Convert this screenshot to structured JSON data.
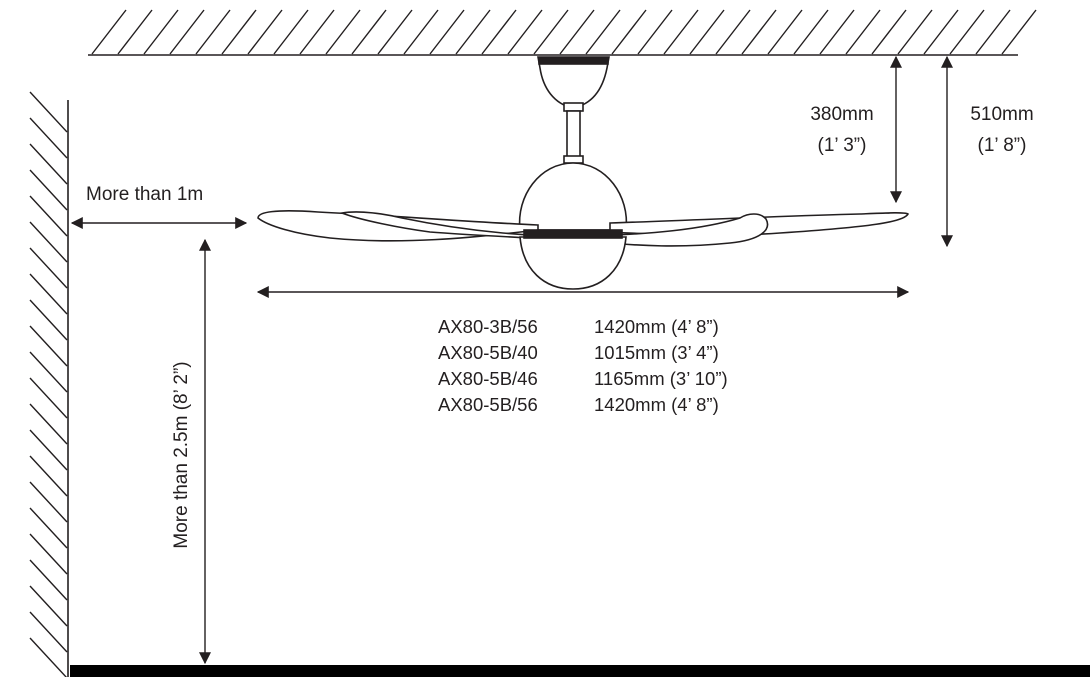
{
  "diagram": {
    "labels": {
      "wall_clearance": "More than 1m",
      "floor_clearance": "More than 2.5m (8’ 2”)",
      "drop_short_mm": "380mm",
      "drop_short_imperial": "(1’ 3”)",
      "drop_long_mm": "510mm",
      "drop_long_imperial": "(1’ 8”)"
    },
    "models": [
      {
        "model": "AX80-3B/56",
        "sweep": "1420mm (4’ 8”)"
      },
      {
        "model": "AX80-5B/40",
        "sweep": "1015mm (3’ 4”)"
      },
      {
        "model": "AX80-5B/46",
        "sweep": "1165mm (3’ 10”)"
      },
      {
        "model": "AX80-5B/56",
        "sweep": "1420mm (4’ 8”)"
      }
    ],
    "colors": {
      "line": "#231f20",
      "background": "#ffffff"
    }
  }
}
